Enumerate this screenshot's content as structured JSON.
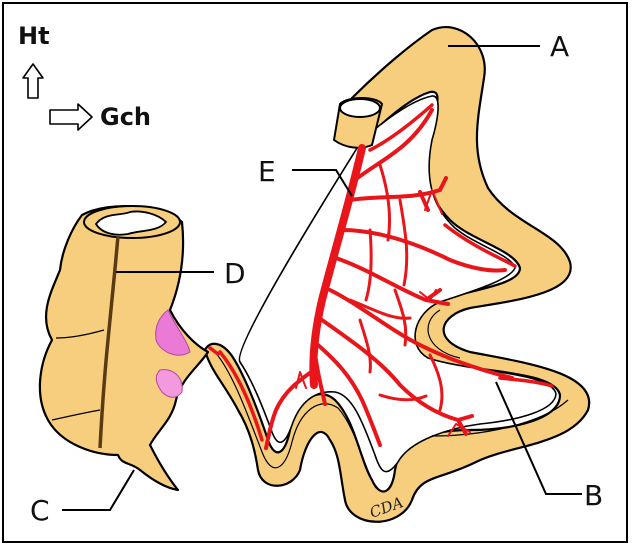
{
  "orientation": {
    "up_label": "Ht",
    "right_label": "Gch"
  },
  "labels": {
    "A": "A",
    "B": "B",
    "C": "C",
    "D": "D",
    "E": "E"
  },
  "signature": "CDA",
  "colors": {
    "intestine": "#F7CE7E",
    "vessel": "#E8151B",
    "mucosa": "#EB7AD7",
    "outline": "#000000",
    "mesentery": "#FFFFFF"
  }
}
